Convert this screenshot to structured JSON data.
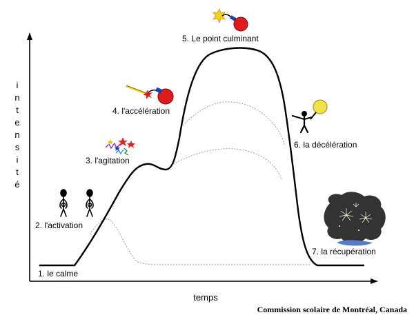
{
  "axes": {
    "y_title_letters": [
      "i",
      "n",
      "t",
      "e",
      "n",
      "s",
      "i",
      "t",
      "é"
    ],
    "x_title": "temps"
  },
  "phases": [
    {
      "label": "1. le calme"
    },
    {
      "label": "2. l'activation"
    },
    {
      "label": "3. l'agitation"
    },
    {
      "label": "4. l'accélération"
    },
    {
      "label": "5. Le point culminant"
    },
    {
      "label": "6. la décélération"
    },
    {
      "label": "7. la récupération"
    }
  ],
  "credit": "Commission scolaire de Montréal, Canada",
  "colors": {
    "curve": "#000000",
    "dotted_curve": "#9a9a9a",
    "bomb": "#e01b1b",
    "fuse_spark": "#f2d21a",
    "cloud_dark": "#333333"
  }
}
